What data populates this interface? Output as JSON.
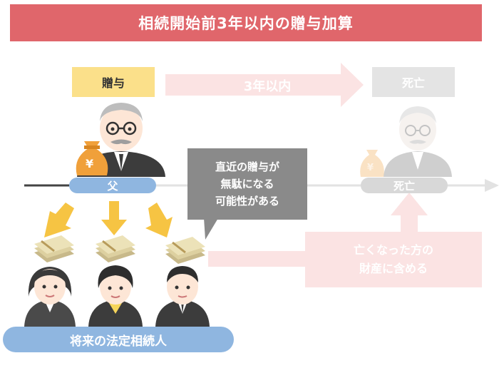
{
  "title": "相続開始前3年以内の贈与加算",
  "gift_label": "贈与",
  "period_label": "3年以内",
  "death_label": "死亡",
  "father_label": "父",
  "death_pill_label": "死亡",
  "money_symbol": "¥",
  "callout_lines": [
    "直近の贈与が",
    "無駄になる",
    "可能性がある"
  ],
  "pink_lines": [
    "亡くなった方の",
    "財産に含める"
  ],
  "heirs_label": "将来の法定相続人",
  "colors": {
    "title_bg": "#e0666b",
    "gift_tag": "#fbe08a",
    "arrow_yellow": "#f6c443",
    "pill_blue": "#8fb6e0",
    "callout_gray": "#8a8a8a",
    "faded_pink": "#fbe3e3",
    "money_orange": "#f0a03a"
  }
}
